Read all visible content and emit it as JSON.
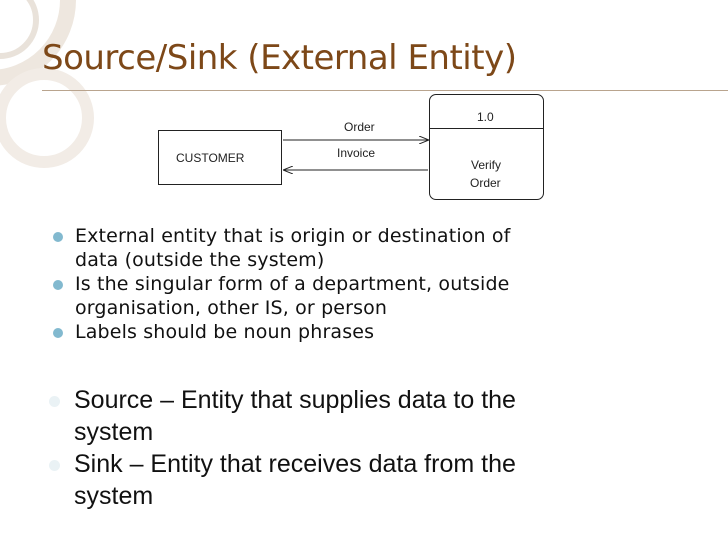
{
  "slide": {
    "title": "Source/Sink (External Entity)"
  },
  "diagram": {
    "entity_label": "CUSTOMER",
    "process_id": "1.0",
    "process_label_line1": "Verify",
    "process_label_line2": "Order",
    "flow_order_label": "Order",
    "flow_invoice_label": "Invoice"
  },
  "bullets": [
    {
      "line1": "External entity that is origin or destination of",
      "line2": "data (outside the system)"
    },
    {
      "line1": "Is the singular form of a department, outside",
      "line2": "organisation, other IS, or person"
    },
    {
      "line1": "Labels should be noun phrases",
      "line2": ""
    }
  ],
  "definitions": [
    {
      "line1": "Source – Entity that supplies data to the",
      "line2": "system"
    },
    {
      "line1": "Sink – Entity that receives data from the",
      "line2": "system"
    }
  ],
  "colors": {
    "title": "#7d4818",
    "bullet": "#82b9cf",
    "decoration": "#efe9e2"
  }
}
